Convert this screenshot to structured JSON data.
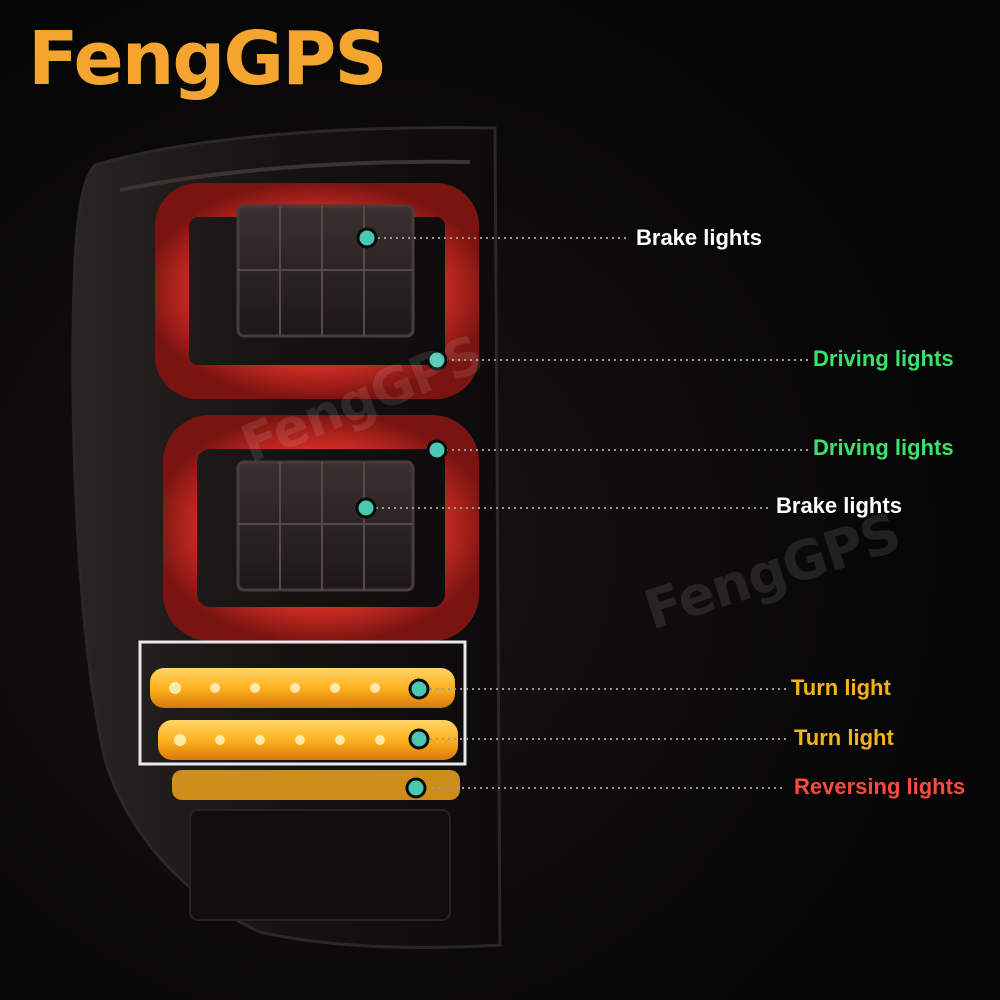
{
  "brand": {
    "logo_text": "FengGPS",
    "logo_color": "#f3a530",
    "watermark_text": "FengGPS"
  },
  "callouts": [
    {
      "id": "brake-upper",
      "label": "Brake lights",
      "color": "#ffffff"
    },
    {
      "id": "driving-upper",
      "label": "Driving lights",
      "color": "#3fe06a"
    },
    {
      "id": "driving-lower",
      "label": "Driving lights",
      "color": "#3fe06a"
    },
    {
      "id": "brake-lower",
      "label": "Brake lights",
      "color": "#ffffff"
    },
    {
      "id": "turn-upper",
      "label": "Turn light",
      "color": "#f6b21a"
    },
    {
      "id": "turn-lower",
      "label": "Turn light",
      "color": "#f6b21a"
    },
    {
      "id": "reversing",
      "label": "Reversing lights",
      "color": "#ff4a3d"
    }
  ],
  "colors": {
    "housing": "#1a1616",
    "red_lens": "#e8332a",
    "amber_lens": "#ffb21e",
    "marker_dot": "#48c9b0"
  }
}
